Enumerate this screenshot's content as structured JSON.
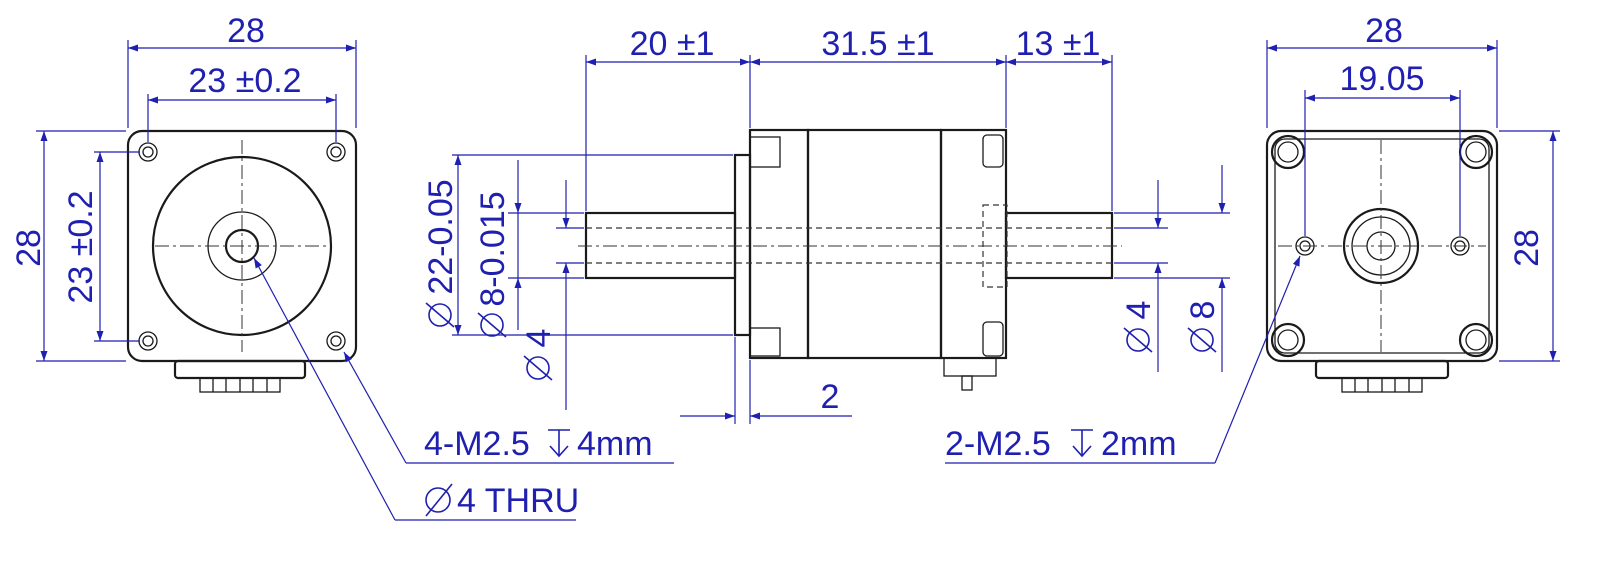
{
  "colors": {
    "dimension": "#1f1fb0",
    "geometry": "#1a1a1a"
  },
  "front_view": {
    "width_overall": "28",
    "hole_spacing_h": "23 ±0.2",
    "height_overall": "28",
    "hole_spacing_v": "23 ±0.2"
  },
  "side_view": {
    "shaft_front_length": "20 ±1",
    "body_length": "31.5 ±1",
    "shaft_rear_length": "13 ±1",
    "pilot_dia": "22-0.05",
    "shaft_dia": "8-0.015",
    "bore_dia": "4",
    "pilot_thickness": "2",
    "rear_bore_dia": "4",
    "rear_shaft_dia": "8"
  },
  "rear_view": {
    "width_overall": "28",
    "hole_spacing_h": "19.05",
    "height_overall": "28"
  },
  "callouts": {
    "front_holes_prefix": "4-M2.5",
    "front_holes_depth": "4mm",
    "front_bore_value": "4 THRU",
    "rear_holes_prefix": "2-M2.5",
    "rear_holes_depth": "2mm"
  }
}
